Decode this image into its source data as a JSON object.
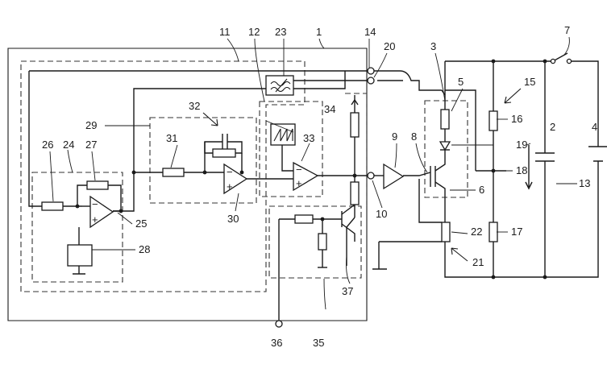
{
  "labels": {
    "l1": "1",
    "l2": "2",
    "l3": "3",
    "l4": "4",
    "l5": "5",
    "l6": "6",
    "l7": "7",
    "l8": "8",
    "l9": "9",
    "l10": "10",
    "l11": "11",
    "l12": "12",
    "l13": "13",
    "l14": "14",
    "l15": "15",
    "l16": "16",
    "l17": "17",
    "l18": "18",
    "l19": "19",
    "l20": "20",
    "l21": "21",
    "l22": "22",
    "l23": "23",
    "l24": "24",
    "l25": "25",
    "l26": "26",
    "l27": "27",
    "l28": "28",
    "l29": "29",
    "l30": "30",
    "l31": "31",
    "l32": "32",
    "l33": "33",
    "l34": "34",
    "l35": "35",
    "l36": "36",
    "l37": "37"
  },
  "opamp_signs": {
    "minus": "−",
    "plus": "+"
  },
  "icons": {
    "filter": "lowpass-filter-icon",
    "sawtooth": "sawtooth-generator-icon"
  }
}
